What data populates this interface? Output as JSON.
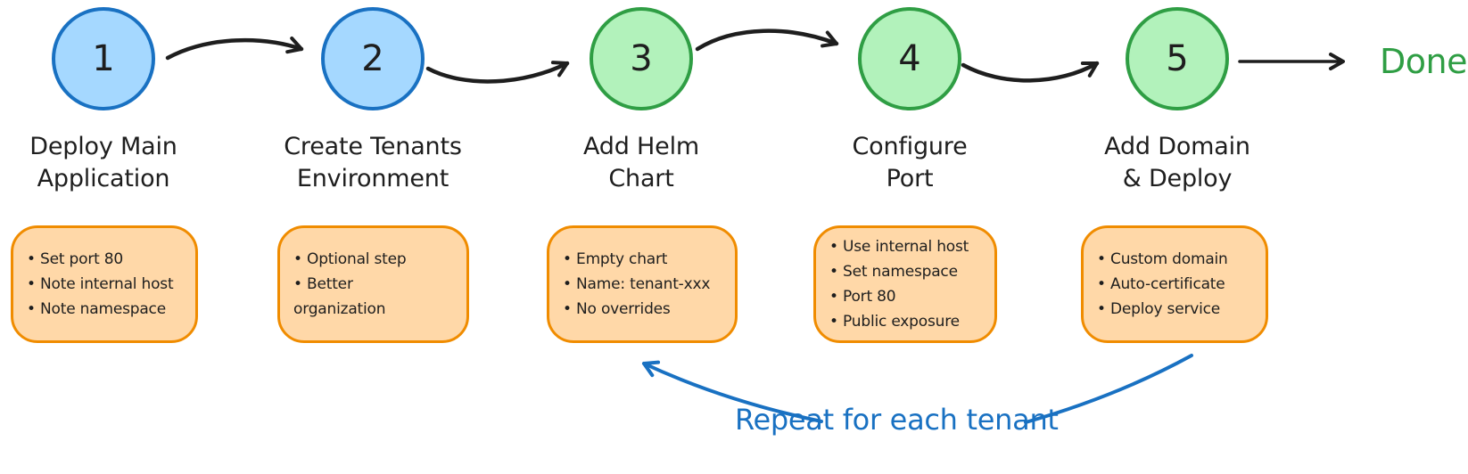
{
  "diagram": {
    "steps": [
      {
        "number": "1",
        "title": [
          "Deploy Main",
          "Application"
        ],
        "notes": [
          "• Set port 80",
          "• Note internal host",
          "• Note namespace"
        ],
        "circle_fill": "#a5d8ff",
        "circle_stroke": "#1971c2"
      },
      {
        "number": "2",
        "title": [
          "Create Tenants",
          "Environment"
        ],
        "notes": [
          "• Optional step",
          "• Better",
          "organization"
        ],
        "circle_fill": "#a5d8ff",
        "circle_stroke": "#1971c2"
      },
      {
        "number": "3",
        "title": [
          "Add Helm",
          "Chart"
        ],
        "notes": [
          "• Empty chart",
          "• Name: tenant-xxx",
          "• No overrides"
        ],
        "circle_fill": "#b2f2bb",
        "circle_stroke": "#2f9e44"
      },
      {
        "number": "4",
        "title": [
          "Configure",
          "Port"
        ],
        "notes": [
          "• Use internal host",
          "• Set namespace",
          "• Port 80",
          "• Public exposure"
        ],
        "circle_fill": "#b2f2bb",
        "circle_stroke": "#2f9e44"
      },
      {
        "number": "5",
        "title": [
          "Add Domain",
          "& Deploy"
        ],
        "notes": [
          "• Custom domain",
          "• Auto-certificate",
          "• Deploy service"
        ],
        "circle_fill": "#b2f2bb",
        "circle_stroke": "#2f9e44"
      }
    ],
    "done_label": "Done",
    "annotation_label": "Repeat for each tenant",
    "colors": {
      "ink": "#1e1e1e",
      "note_fill": "#ffd8a8",
      "note_stroke": "#f08c00",
      "done_green": "#2f9e44",
      "annotation_blue": "#1971c2"
    }
  }
}
